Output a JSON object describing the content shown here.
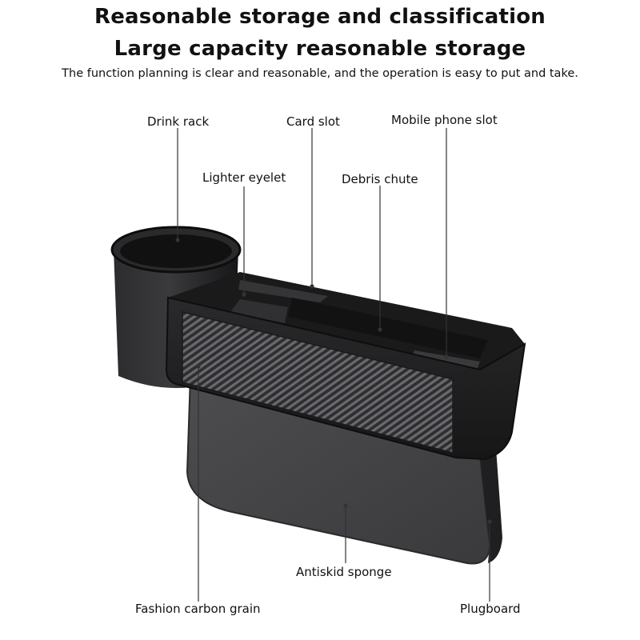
{
  "header": {
    "title_line1": "Reasonable storage and classification",
    "title_line2": "Large capacity reasonable storage",
    "subtitle": "The function planning is clear and reasonable, and the operation is easy to put and take."
  },
  "labels": {
    "drink_rack": "Drink rack",
    "card_slot": "Card slot",
    "mobile_phone_slot": "Mobile phone slot",
    "lighter_eyelet": "Lighter eyelet",
    "debris_chute": "Debris chute",
    "antiskid_sponge": "Antiskid sponge",
    "fashion_carbon_grain": "Fashion carbon grain",
    "plugboard": "Plugboard"
  },
  "colors": {
    "body_dark": "#1c1c1e",
    "body_mid": "#2a2a2c",
    "sponge": "#4a4a4d",
    "carbon_light": "#6a6a6e",
    "carbon_dark": "#2e2e31"
  }
}
